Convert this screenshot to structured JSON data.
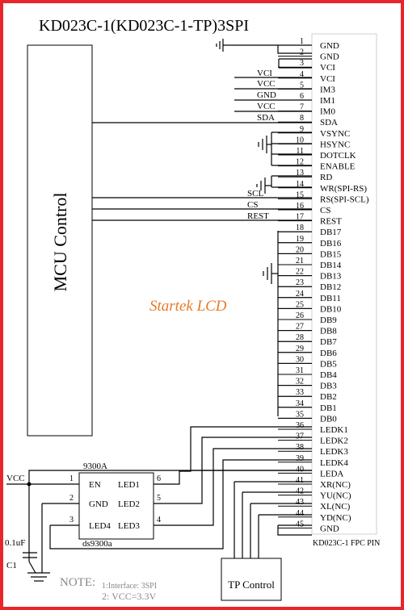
{
  "title": "KD023C-1(KD023C-1-TP)3SPI",
  "mcu_label": "MCU Control",
  "watermark": "Startek LCD",
  "fpc_label": "KD023C-1 FPC PIN",
  "pins": [
    {
      "num": "1",
      "name": "GND"
    },
    {
      "num": "2",
      "name": "GND"
    },
    {
      "num": "3",
      "name": "VCI"
    },
    {
      "num": "4",
      "name": "VCI"
    },
    {
      "num": "5",
      "name": "IM3"
    },
    {
      "num": "6",
      "name": "IM1"
    },
    {
      "num": "7",
      "name": "IM0"
    },
    {
      "num": "8",
      "name": "SDA"
    },
    {
      "num": "9",
      "name": "VSYNC"
    },
    {
      "num": "10",
      "name": "HSYNC"
    },
    {
      "num": "11",
      "name": "DOTCLK"
    },
    {
      "num": "12",
      "name": "ENABLE"
    },
    {
      "num": "13",
      "name": "RD"
    },
    {
      "num": "14",
      "name": "WR(SPI-RS)"
    },
    {
      "num": "15",
      "name": "RS(SPI-SCL)"
    },
    {
      "num": "16",
      "name": "CS"
    },
    {
      "num": "17",
      "name": "REST"
    },
    {
      "num": "18",
      "name": "DB17"
    },
    {
      "num": "19",
      "name": "DB16"
    },
    {
      "num": "20",
      "name": "DB15"
    },
    {
      "num": "21",
      "name": "DB14"
    },
    {
      "num": "22",
      "name": "DB13"
    },
    {
      "num": "23",
      "name": "DB12"
    },
    {
      "num": "24",
      "name": "DB11"
    },
    {
      "num": "25",
      "name": "DB10"
    },
    {
      "num": "26",
      "name": "DB9"
    },
    {
      "num": "27",
      "name": "DB8"
    },
    {
      "num": "28",
      "name": "DB7"
    },
    {
      "num": "29",
      "name": "DB6"
    },
    {
      "num": "30",
      "name": "DB5"
    },
    {
      "num": "31",
      "name": "DB4"
    },
    {
      "num": "32",
      "name": "DB3"
    },
    {
      "num": "33",
      "name": "DB2"
    },
    {
      "num": "34",
      "name": "DB1"
    },
    {
      "num": "35",
      "name": "DB0"
    },
    {
      "num": "36",
      "name": "LEDK1"
    },
    {
      "num": "37",
      "name": "LEDK2"
    },
    {
      "num": "38",
      "name": "LEDK3"
    },
    {
      "num": "39",
      "name": "LEDK4"
    },
    {
      "num": "40",
      "name": "LEDA"
    },
    {
      "num": "41",
      "name": "XR(NC)"
    },
    {
      "num": "42",
      "name": "YU(NC)"
    },
    {
      "num": "43",
      "name": "XL(NC)"
    },
    {
      "num": "44",
      "name": "YD(NC)"
    },
    {
      "num": "45",
      "name": "GND"
    }
  ],
  "net_labels": {
    "vci": "VCI",
    "vcc5": "VCC",
    "gnd6": "GND",
    "vcc7": "VCC",
    "sda": "SDA",
    "scl": "SCL",
    "cs": "CS",
    "rest": "REST"
  },
  "driver": {
    "top_label": "9300A",
    "bottom_label": "ds9300a",
    "left_pins": [
      {
        "num": "1",
        "name": "EN"
      },
      {
        "num": "2",
        "name": "GND"
      },
      {
        "num": "3",
        "name": "LED4"
      }
    ],
    "right_pins": [
      {
        "num": "6",
        "name": "LED1"
      },
      {
        "num": "5",
        "name": "LED2"
      },
      {
        "num": "4",
        "name": "LED3"
      }
    ]
  },
  "vcc_input": "VCC",
  "cap_value": "0.1uF",
  "cap_ref": "C1",
  "note_title": "NOTE:",
  "note_line1": "1:Interface: 3SPI",
  "note_line2": "2: VCC=3.3V",
  "tp_label": "TP Control",
  "colors": {
    "frame": "#e8262a",
    "watermark": "#e8792a",
    "line": "#000000"
  }
}
